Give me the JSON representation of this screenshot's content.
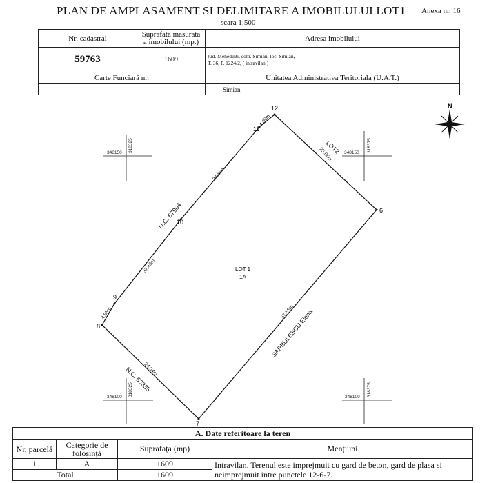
{
  "header": {
    "title": "PLAN DE AMPLASAMENT SI DELIMITARE A IMOBILULUI LOT1",
    "annex": "Anexa nr. 16",
    "scale": "scara 1:500"
  },
  "info_table": {
    "col_cadastral": "Nr. cadastral",
    "col_surface": "Suprafata masurata a imobilului (mp.)",
    "col_address": "Adresa imobilului",
    "cadastral": "59763",
    "surface": "1609",
    "address_line1": "Jud. Mehedinti, com. Simian, loc. Simian,",
    "address_line2": "T. 36, P. 1224/2, ( intravilan )",
    "carte_label": "Carte Funciară nr.",
    "uat_label": "Unitatea Administrativa Teritoriala (U.A.T.)",
    "uat_value": "Simian"
  },
  "plan": {
    "points": [
      {
        "id": "12",
        "label": "12"
      },
      {
        "id": "11",
        "label": "11"
      },
      {
        "id": "6",
        "label": "6"
      },
      {
        "id": "7",
        "label": "7"
      },
      {
        "id": "8",
        "label": "8"
      },
      {
        "id": "9",
        "label": "9"
      },
      {
        "id": "10",
        "label": "10"
      }
    ],
    "distances": {
      "d11_12": "4.09m",
      "d12_6": "25.06m",
      "d10_11": "24.86m",
      "d9_10": "32.40m",
      "d8_9": "4.55m",
      "d7_8": "24.04m",
      "d6_7": "57.55m"
    },
    "neighbors": {
      "nw": "N.C. 57904",
      "ne": "LOT2",
      "sw": "N.C. 53835",
      "se": "SARBULESCU Elena"
    },
    "lot_label": "LOT 1",
    "lot_sub": "1A",
    "grid": {
      "tl_x": "348150",
      "tl_y": "318325",
      "tr_x": "348150",
      "tr_y": "318375",
      "bl_x": "348100",
      "bl_y": "318325",
      "br_x": "348100",
      "br_y": "318375"
    },
    "north_label": "N"
  },
  "section_a": {
    "title": "A. Date referitoare la teren",
    "col_parcel": "Nr. parcelă",
    "col_category": "Categorie de folosință",
    "col_surface": "Suprafața (mp)",
    "col_mentions": "Mențiuni",
    "row_parcel": "1",
    "row_category": "A",
    "row_surface": "1609",
    "mentions": "Intravilan. Terenul este imprejmuit cu gard de beton, gard de plasa si neimprejmuit intre punctele 12-6-7.",
    "total_label": "Total",
    "total_surface": "1609"
  }
}
